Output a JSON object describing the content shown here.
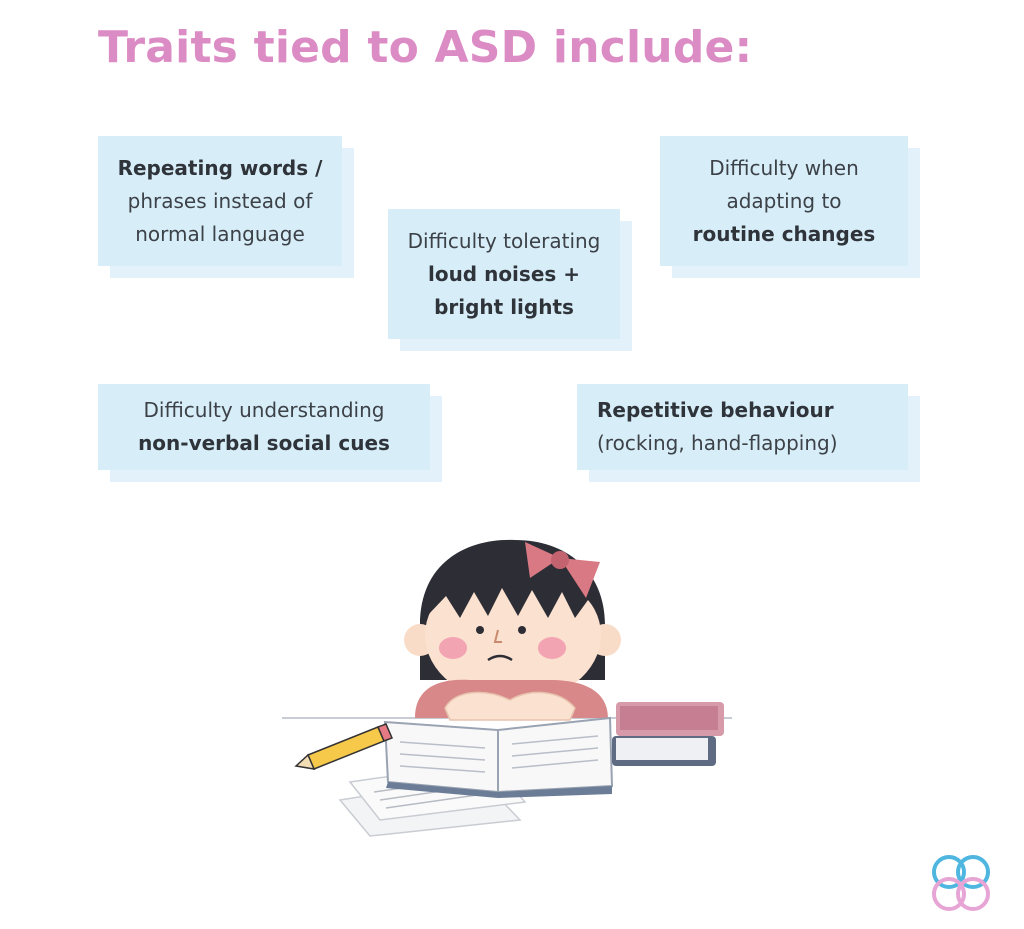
{
  "title": "Traits tied to ASD include:",
  "cards": [
    {
      "lines": [
        {
          "text": "Repeating words /",
          "bold": true
        },
        {
          "text": "phrases instead of",
          "bold": false
        },
        {
          "text": "normal language",
          "bold": false
        }
      ]
    },
    {
      "lines": [
        {
          "text": "Difficulty tolerating",
          "bold": false
        },
        {
          "text": "loud noises +",
          "bold": true
        },
        {
          "text": "bright lights",
          "bold": true
        }
      ]
    },
    {
      "lines": [
        {
          "text": "Difficulty when",
          "bold": false
        },
        {
          "text": "adapting to",
          "bold": false
        },
        {
          "text": "routine changes",
          "bold": true
        }
      ]
    },
    {
      "lines": [
        {
          "text": "Difficulty understanding",
          "bold": false
        },
        {
          "text": "non-verbal social cues",
          "bold": true
        }
      ]
    },
    {
      "lines": [
        {
          "text": "Repetitive behaviour",
          "bold": true
        },
        {
          "text": "(rocking, hand-flapping)",
          "bold": false
        }
      ]
    }
  ],
  "colors": {
    "title": "#dc8cc4",
    "card": "#d7eef9",
    "card_shadow": "#e3f2fa",
    "logo_blue": "#4fb6e0",
    "logo_pink": "#e7a5d6"
  }
}
